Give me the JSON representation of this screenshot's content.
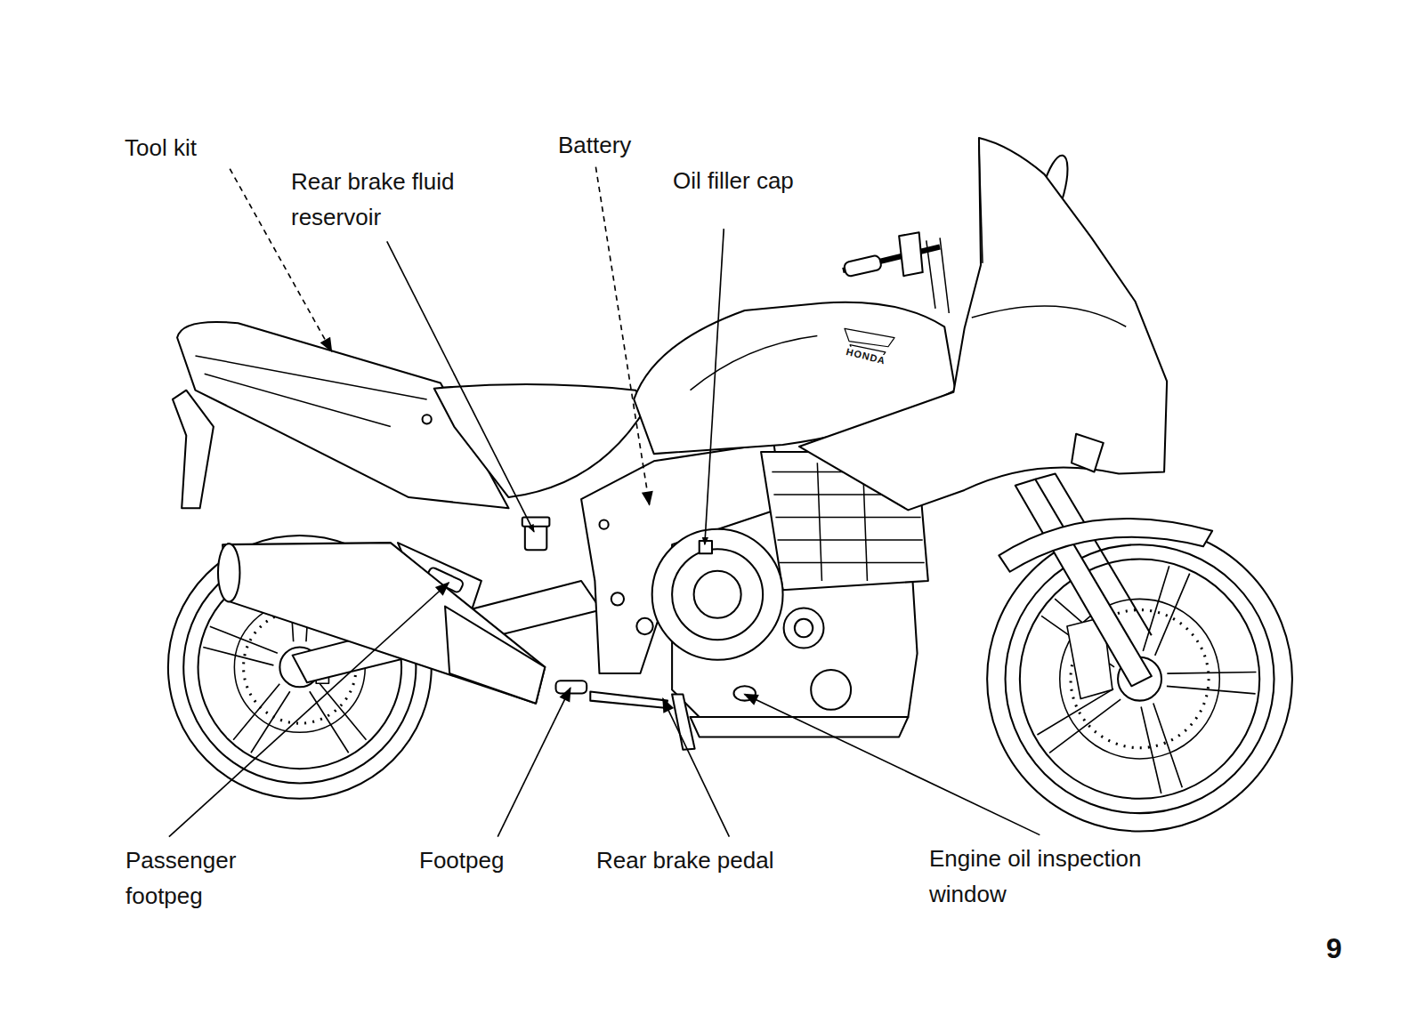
{
  "diagram": {
    "labels": [
      "Tool kit",
      "Rear brake fluid reservoir",
      "Battery",
      "Oil filler cap",
      "HONDA",
      "Passenger footpeg",
      "Footpeg",
      "Rear brake pedal",
      "Engine oil inspection window",
      "9"
    ]
  }
}
